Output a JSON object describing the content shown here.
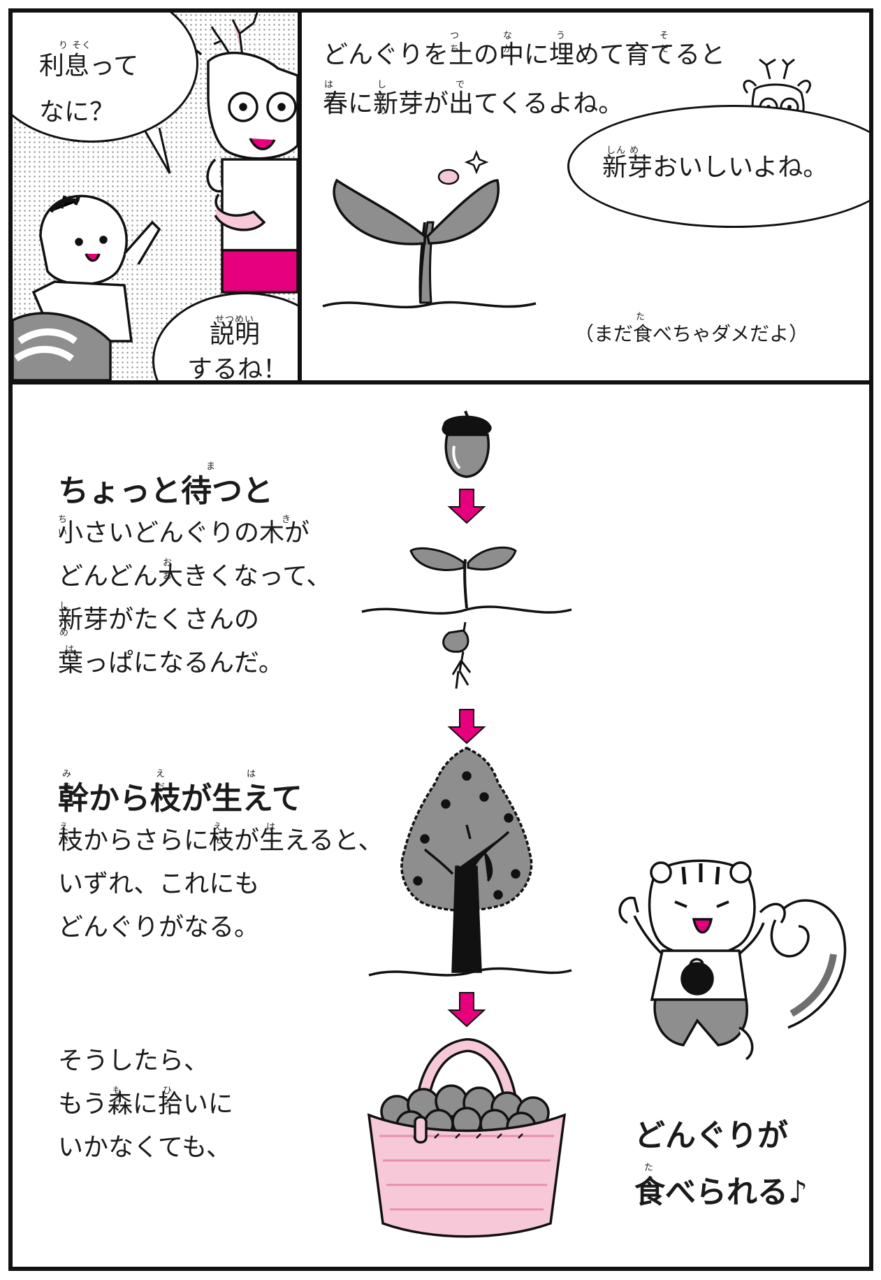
{
  "colors": {
    "outline": "#111111",
    "gray": "#8e8e8e",
    "dark_gray": "#6f6f6f",
    "magenta": "#e6007e",
    "pink": "#f7c9d8",
    "pink_dark": "#e58fb0"
  },
  "panel1": {
    "bubble_question": {
      "line1": "利息って",
      "line2": "なに？",
      "furigana": "り そく"
    },
    "bubble_explain": {
      "line1": "説明",
      "line2": "するね！",
      "furigana": "せつめい"
    }
  },
  "panel2": {
    "narration": {
      "line1": "どんぐりを土の中に埋めて育てると",
      "line2": "春に新芽が出てくるよね。",
      "furigana_line1": [
        "つち",
        "なか",
        "う",
        "そだ"
      ],
      "furigana_line2": [
        "はる",
        "しん め",
        "で"
      ]
    },
    "bubble_deer": {
      "text": "新芽おいしいよね。",
      "furigana": "しん め"
    },
    "aside": {
      "text": "（まだ食べちゃダメだよ）",
      "furigana": "た"
    }
  },
  "panel3": {
    "section1": {
      "heading": "ちょっと待つと",
      "heading_furigana": "ま",
      "lines": [
        "小さいどんぐりの木が",
        "どんどん大きくなって、",
        "新芽がたくさんの",
        "葉っぱになるんだ。"
      ],
      "furigana": [
        "ちい",
        "き",
        "おお",
        "しん め",
        "は"
      ]
    },
    "section2": {
      "heading": "幹から枝が生えて",
      "heading_furigana": [
        "みき",
        "えだ",
        "は"
      ],
      "lines": [
        "枝からさらに枝が生えると、",
        "いずれ、これにも",
        "どんぐりがなる。"
      ],
      "furigana": [
        "えだ",
        "えだ",
        "は"
      ]
    },
    "section3": {
      "lines": [
        "そうしたら、",
        "もう森に拾いに",
        "いかなくても、"
      ],
      "furigana": [
        "もり",
        "ひろ"
      ]
    },
    "conclusion": {
      "line1": "どんぐりが",
      "line2": "食べられる♪",
      "furigana": "た"
    }
  }
}
